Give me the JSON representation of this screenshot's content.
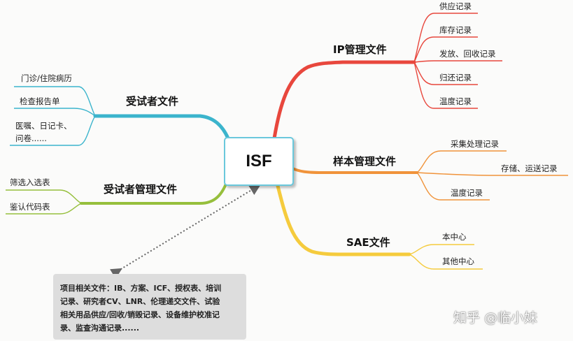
{
  "center": {
    "label": "ISF"
  },
  "branches": {
    "ip": {
      "title": "IP管理文件",
      "color": "#e8473d",
      "leaves": [
        "供应记录",
        "库存记录",
        "发放、回收记录",
        "归还记录",
        "温度记录"
      ]
    },
    "sample": {
      "title": "样本管理文件",
      "color": "#f0933a",
      "leaves": [
        "采集处理记录",
        "存储、运送记录",
        "温度记录"
      ]
    },
    "sae": {
      "title": "SAE文件",
      "color": "#f5cb3d",
      "leaves": [
        "本中心",
        "其他中心"
      ]
    },
    "subject": {
      "title": "受试者文件",
      "color": "#3bb4cc",
      "leaves": [
        "门诊/住院病历",
        "检查报告单",
        "医嘱、日记卡、",
        "问卷......"
      ]
    },
    "subject_mgmt": {
      "title": "受试者管理文件",
      "color": "#96bf3c",
      "leaves": [
        "筛选入选表",
        "鉴认代码表"
      ]
    }
  },
  "note": {
    "lines": [
      "项目相关文件：IB、方案、ICF、授权表、培训",
      "记录、研究者CV、LNR、伦理递交文件、试验",
      "相关用品供应/回收/销毁记录、设备维护校准记",
      "录、监查沟通记录......"
    ]
  },
  "watermark": "知乎 @临小妹"
}
